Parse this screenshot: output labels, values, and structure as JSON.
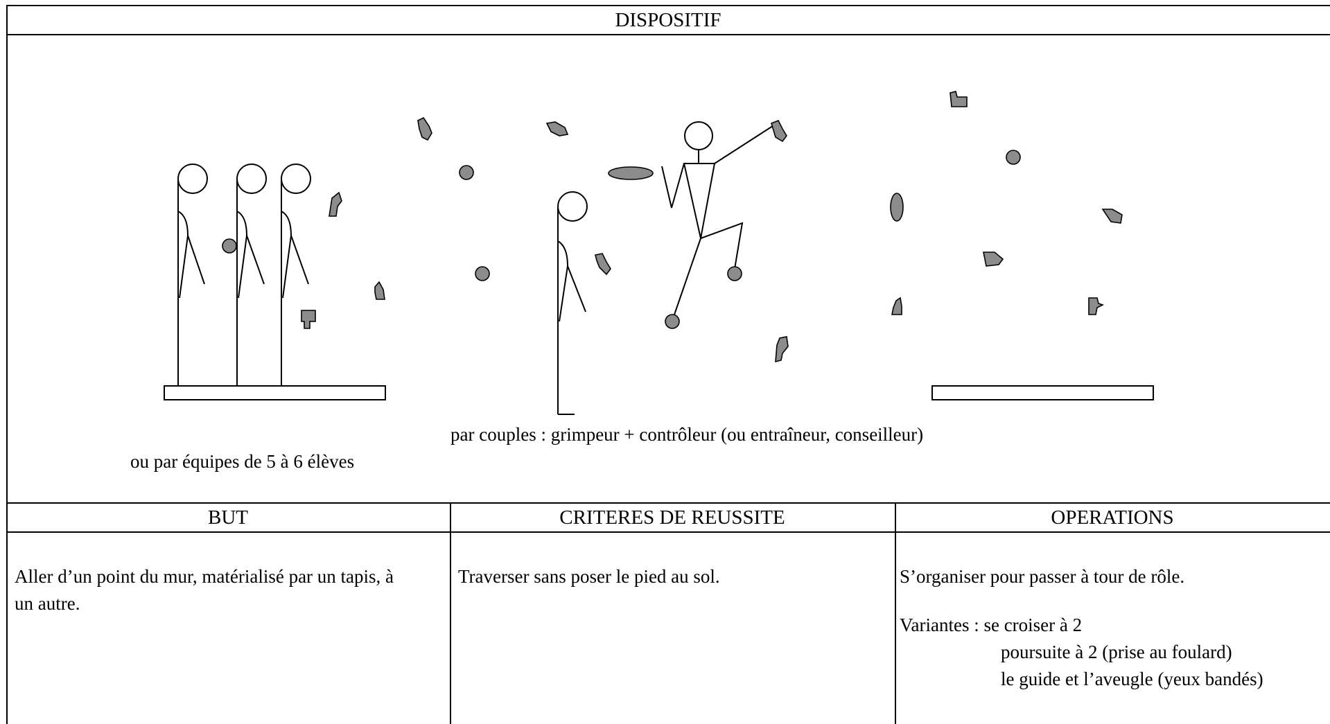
{
  "section_title": "DISPOSITIF",
  "captions": {
    "couples": "par couples : grimpeur + contrôleur  (ou entraîneur, conseilleur)",
    "teams": "ou par équipes de 5 à 6 élèves"
  },
  "columns": [
    {
      "header": "BUT",
      "lines": [
        "Aller d’un point du mur, matérialisé par un tapis, à",
        "un autre."
      ]
    },
    {
      "header": "CRITERES DE REUSSITE",
      "lines": [
        "Traverser sans poser le pied au sol."
      ]
    },
    {
      "header": "OPERATIONS",
      "lines": [
        "S’organiser pour passer à tour de rôle."
      ],
      "variants_label": "Variantes : se croiser à 2",
      "variants": [
        "poursuite à 2 (prise au foulard)",
        "le guide et l’aveugle (yeux bandés)"
      ]
    }
  ],
  "colors": {
    "hold_fill": "#8c8c8c",
    "line": "#000000"
  }
}
